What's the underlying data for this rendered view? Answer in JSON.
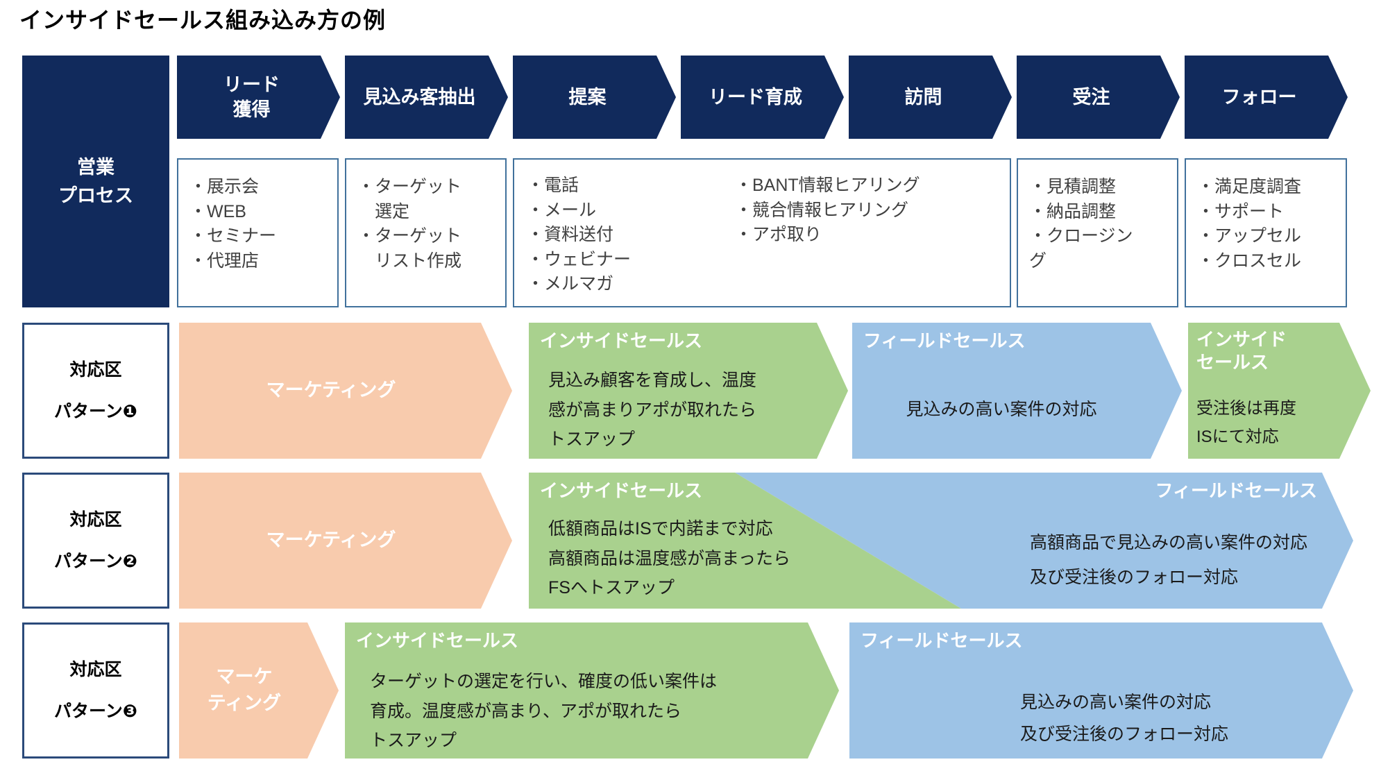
{
  "title": "インサイドセールス組み込み方の例",
  "colors": {
    "navy": "#112a5c",
    "orange": "#f8cbad",
    "green": "#a9d18e",
    "blue": "#9dc3e6",
    "box_border": "#41719c",
    "label_border": "#2b4a7a",
    "bullet_text": "#404040"
  },
  "process": {
    "sidebar_label": "営業\nプロセス",
    "steps": [
      "リード\n獲得",
      "見込み客抽出",
      "提案",
      "リード育成",
      "訪問",
      "受注",
      "フォロー"
    ],
    "lead_box": [
      "・展示会",
      "・WEB",
      "・セミナー",
      "・代理店"
    ],
    "prospect_box": [
      "・ターゲット\n選定",
      "・ターゲット\nリスト作成"
    ],
    "nurture_box_left": [
      "・電話",
      "・メール",
      "・資料送付",
      "・ウェビナー",
      "・メルマガ"
    ],
    "nurture_box_right": [
      "・BANT情報ヒアリング",
      "・競合情報ヒアリング",
      "・アポ取り"
    ],
    "order_box": [
      "・見積調整",
      "・納品調整",
      "・クロージン\nグ"
    ],
    "follow_box": [
      "・満足度調査",
      "・サポート",
      "・アップセル",
      "・クロスセル"
    ]
  },
  "patterns": [
    {
      "label": "対応区\nパターン❶",
      "marketing": "マーケティング",
      "inside_title": "インサイドセールス",
      "inside_body": "見込み顧客を育成し、温度\n感が高まりアポが取れたら\nトスアップ",
      "field_title": "フィールドセールス",
      "field_body": "見込みの高い案件の対応",
      "inside2_title": "インサイド\nセールス",
      "inside2_body": "受注後は再度\nISにて対応"
    },
    {
      "label": "対応区\nパターン❷",
      "marketing": "マーケティング",
      "inside_title": "インサイドセールス",
      "inside_body": "低額商品はISで内諾まで対応\n高額商品は温度感が高まったら\nFSへトスアップ",
      "field_title": "フィールドセールス",
      "field_body": "高額商品で見込みの高い案件の対応\n及び受注後のフォロー対応"
    },
    {
      "label": "対応区\nパターン❸",
      "marketing": "マーケ\nティング",
      "inside_title": "インサイドセールス",
      "inside_body": "ターゲットの選定を行い、確度の低い案件は\n育成。温度感が高まり、アポが取れたら\nトスアップ",
      "field_title": "フィールドセールス",
      "field_body": "見込みの高い案件の対応\n及び受注後のフォロー対応"
    }
  ]
}
